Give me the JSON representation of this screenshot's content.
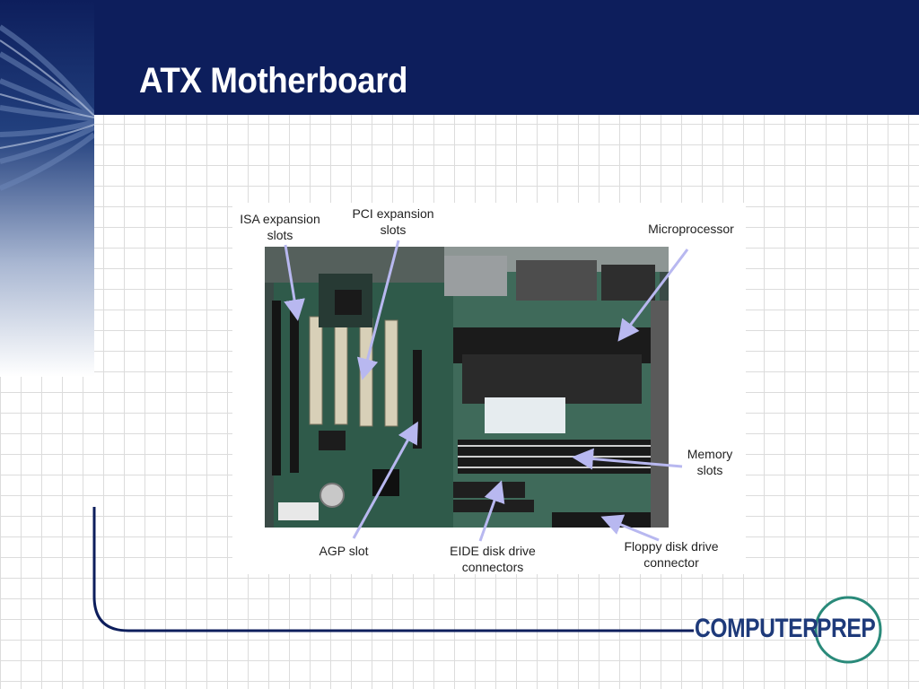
{
  "slide": {
    "title": "ATX Motherboard"
  },
  "labels": {
    "isa": [
      "ISA expansion",
      "slots"
    ],
    "pci": [
      "PCI expansion",
      "slots"
    ],
    "cpu": "Microprocessor",
    "memory": [
      "Memory",
      "slots"
    ],
    "floppy": [
      "Floppy disk drive",
      "connector"
    ],
    "eide": [
      "EIDE disk drive",
      "connectors"
    ],
    "agp": "AGP slot"
  },
  "logo": {
    "part1": "COMPUTER",
    "part2": "PREP"
  },
  "colors": {
    "header": "#0d1e5c",
    "arrow": "#b8b8f0",
    "logo_blue": "#1e3a7a",
    "logo_teal": "#2a8a7a"
  }
}
